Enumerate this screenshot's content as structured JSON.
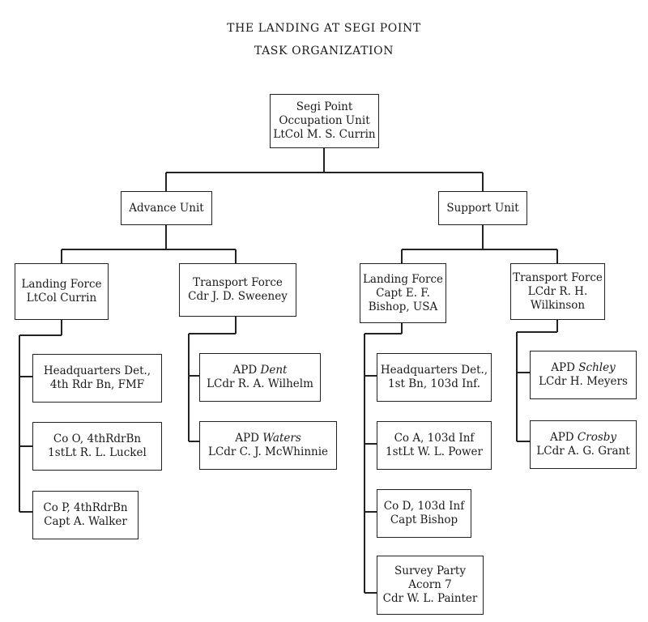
{
  "title": "THE LANDING AT SEGI POINT",
  "subtitle": "TASK ORGANIZATION",
  "nodes": {
    "root": [
      "Segi Point",
      "Occupation Unit",
      "LtCol M. S. Currin"
    ],
    "advance": [
      "Advance Unit"
    ],
    "support": [
      "Support Unit"
    ],
    "adv_landing": [
      "Landing Force",
      "LtCol Currin"
    ],
    "adv_transport": [
      "Transport Force",
      "Cdr J. D. Sweeney"
    ],
    "sup_landing": [
      "Landing Force",
      "Capt E. F.",
      "Bishop, USA"
    ],
    "sup_transport": [
      "Transport Force",
      "LCdr R. H.",
      "Wilkinson"
    ],
    "hq_4th": [
      "Headquarters Det.,",
      "4th Rdr Bn, FMF"
    ],
    "co_o": [
      "Co O, 4thRdrBn",
      "1stLt R. L. Luckel"
    ],
    "co_p": [
      "Co P, 4thRdrBn",
      "Capt A. Walker"
    ],
    "apd_dent": {
      "prefix": "APD",
      "ship": "Dent",
      "cmdr": "LCdr R. A. Wilhelm"
    },
    "apd_waters": {
      "prefix": "APD",
      "ship": "Waters",
      "cmdr": "LCdr C. J. McWhinnie"
    },
    "hq_103": [
      "Headquarters Det.,",
      "1st Bn, 103d Inf."
    ],
    "co_a": [
      "Co A, 103d Inf",
      "1stLt W. L. Power"
    ],
    "co_d": [
      "Co D, 103d Inf",
      "Capt Bishop"
    ],
    "survey": [
      "Survey Party",
      "Acorn 7",
      "Cdr W. L. Painter"
    ],
    "apd_schley": {
      "prefix": "APD",
      "ship": "Schley",
      "cmdr": "LCdr H. Meyers"
    },
    "apd_crosby": {
      "prefix": "APD",
      "ship": "Crosby",
      "cmdr": "LCdr A. G. Grant"
    }
  }
}
